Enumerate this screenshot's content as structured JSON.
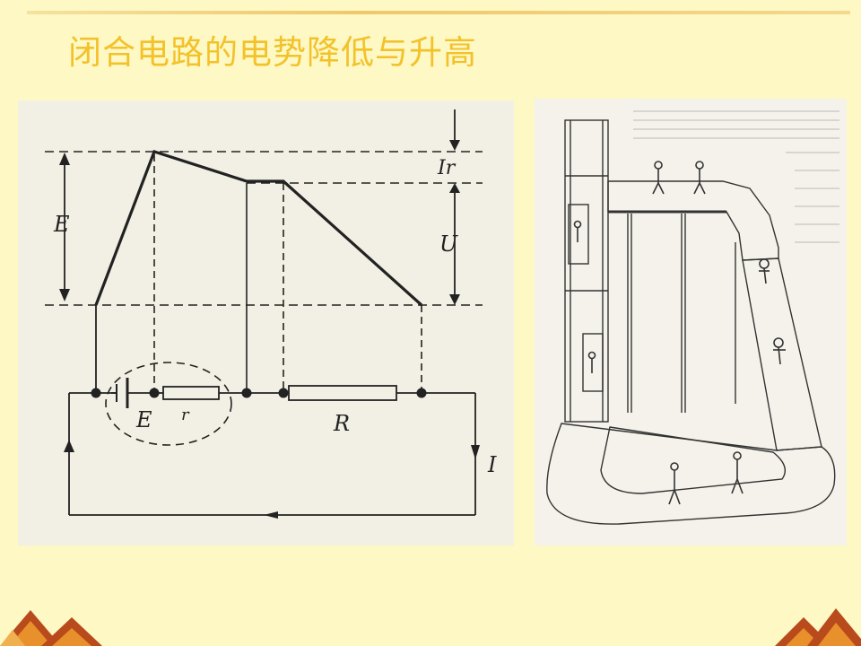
{
  "slide": {
    "title": "闭合电路的电势降低与升高"
  },
  "circuit_diagram": {
    "labels": {
      "emf_side": "E",
      "emf_source": "E",
      "internal_resistance": "r",
      "external_resistor": "R",
      "internal_drop": "Ir",
      "terminal_voltage": "U",
      "current": "I"
    }
  },
  "colors": {
    "background": "#fdf8c4",
    "title": "#f3c22a",
    "ink": "#222222",
    "corner_dark": "#a8421a",
    "corner_light": "#e8902c"
  },
  "icons": [
    "battery-symbol-icon",
    "resistor-symbol-icon",
    "arrow-icon"
  ]
}
